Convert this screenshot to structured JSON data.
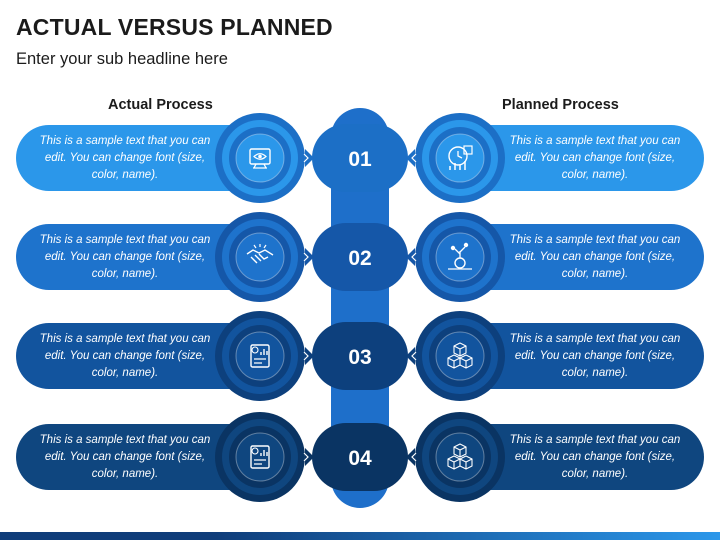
{
  "title": "ACTUAL VERSUS PLANNED",
  "subtitle": "Enter your sub headline here",
  "actual_header": "Actual Process",
  "planned_header": "Planned Process",
  "sample_text": "This is a sample text that you can edit. You can change font (size, color, name).",
  "rows": [
    {
      "number": "01",
      "color": "#2b97ea",
      "dark": "#1c6fc6",
      "actual_icon": "eye-monitor-icon",
      "planned_icon": "clock-chart-icon",
      "actual_text": "This is a sample text that you can edit. You can change font (size, color, name).",
      "planned_text": "This is a sample text that you can edit. You can change font (size, color, name)."
    },
    {
      "number": "02",
      "color": "#1e73cc",
      "dark": "#1557a8",
      "actual_icon": "handshake-icon",
      "planned_icon": "idea-plant-icon",
      "actual_text": "This is a sample text that you can edit. You can change font (size, color, name).",
      "planned_text": "This is a sample text that you can edit. You can change font (size, color, name)."
    },
    {
      "number": "03",
      "color": "#12549e",
      "dark": "#0d407d",
      "actual_icon": "report-document-icon",
      "planned_icon": "boxes-icon",
      "actual_text": "This is a sample text that you can edit. You can change font (size, color, name).",
      "planned_text": "This is a sample text that you can edit. You can change font (size, color, name)."
    },
    {
      "number": "04",
      "color": "#0f467f",
      "dark": "#0a3463",
      "actual_icon": "report-document-icon",
      "planned_icon": "boxes-icon",
      "actual_text": "This is a sample text that you can edit. You can change font (size, color, name).",
      "planned_text": "This is a sample text that you can edit. You can change font (size, color, name)."
    }
  ],
  "colors": {
    "spine": "#1e6fca",
    "bar_dark": "#0f3d7a",
    "bar_light": "#2b97ea"
  }
}
